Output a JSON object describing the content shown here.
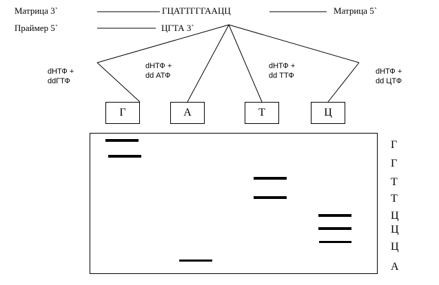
{
  "header": {
    "template_label": "Матрица   3`",
    "template_seq": "ГЦАТТГГГААЦЦ",
    "template_end": "Матрица   5`",
    "primer_label": "Праймер   5`",
    "primer_seq": "ЦГТА 3`"
  },
  "reactions": [
    {
      "line1": "dНТФ +",
      "line2": "ddГТФ",
      "lane": "Г"
    },
    {
      "line1": "dНТФ +",
      "line2": "dd   АТФ",
      "lane": "А"
    },
    {
      "line1": "dНТФ +",
      "line2": "dd  ТТФ",
      "lane": "Т"
    },
    {
      "line1": "dНТФ +",
      "line2": "dd  ЦТФ",
      "lane": "Ц"
    }
  ],
  "sequence_readout": [
    "Г",
    "Г",
    "Т",
    "Т",
    "Ц",
    "Ц",
    "Ц",
    "А"
  ],
  "gel_bands": [
    {
      "lane": "Г",
      "rank": 1
    },
    {
      "lane": "Г",
      "rank": 2
    },
    {
      "lane": "Т",
      "rank": 3
    },
    {
      "lane": "Т",
      "rank": 4
    },
    {
      "lane": "Ц",
      "rank": 5
    },
    {
      "lane": "Ц",
      "rank": 6
    },
    {
      "lane": "Ц",
      "rank": 7
    },
    {
      "lane": "А",
      "rank": 8
    }
  ]
}
